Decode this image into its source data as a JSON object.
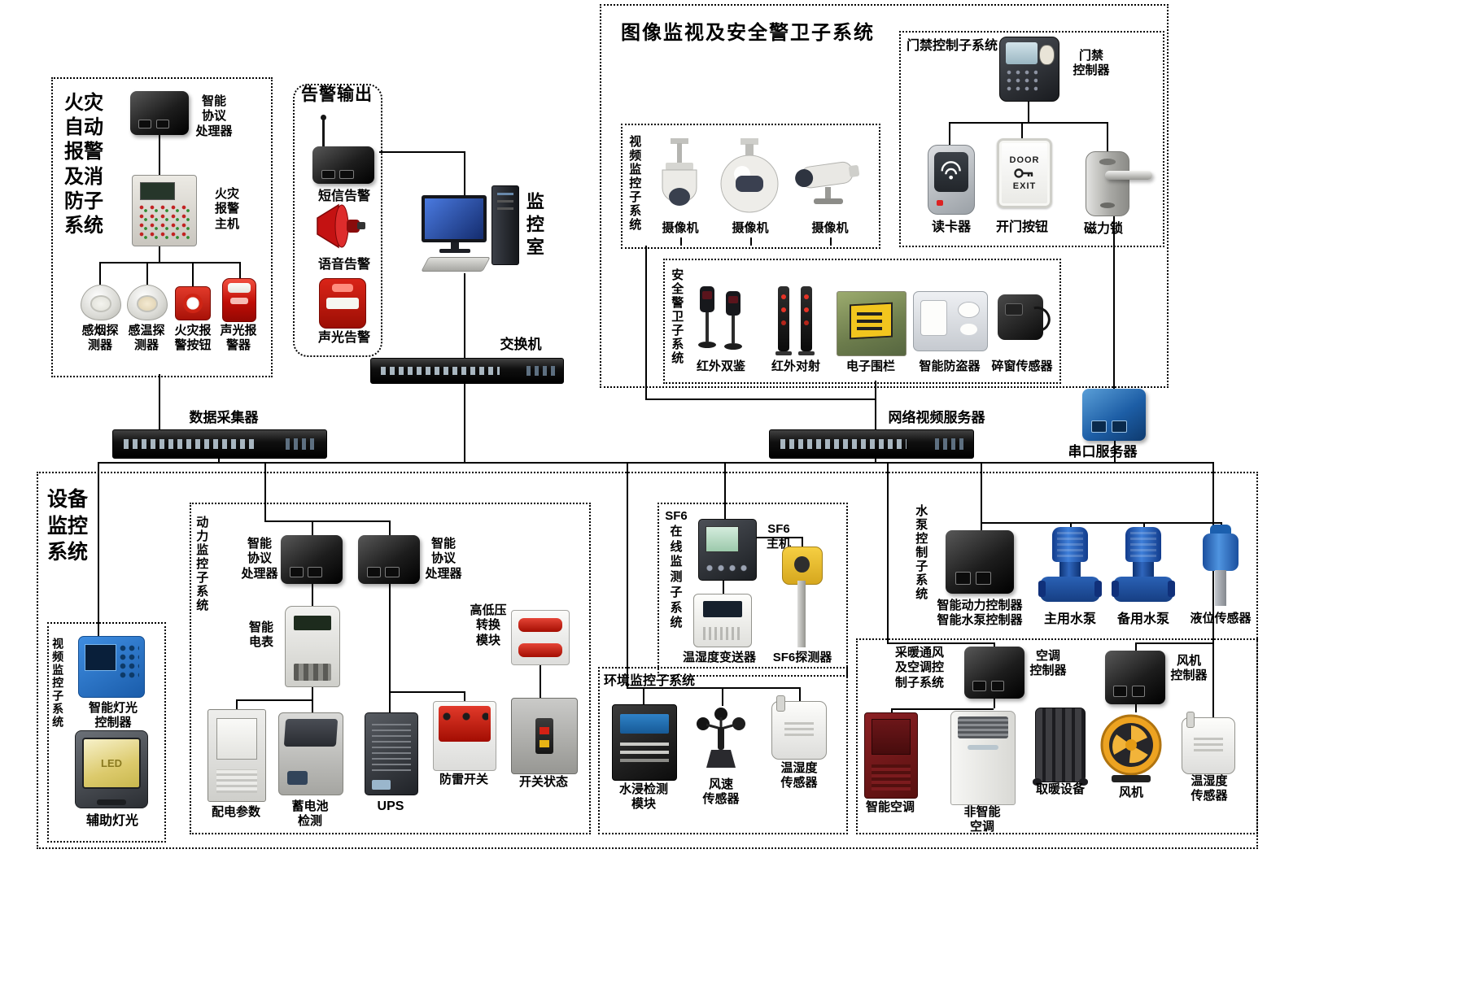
{
  "palette": {
    "line": "#000000",
    "alarm_red": "#c41212",
    "device_black": "#1a1a1a",
    "pump_blue": "#2a62b5",
    "fan_yellow": "#eda321",
    "controller_blue": "#2878c8"
  },
  "fire": {
    "title": "火灾\n自动\n报警\n及消\n防子\n系统",
    "processor": "智能\n协议\n处理器",
    "host": "火灾\n报警\n主机",
    "smoke": "感烟探\n测器",
    "temp": "感温探\n测器",
    "button": "火灾报\n警按钮",
    "sounder": "声光报\n警器"
  },
  "alarm": {
    "title": "告警输出",
    "sms": "短信告警",
    "voice": "语音告警",
    "soundlight": "声光告警"
  },
  "control": {
    "room": "监控室",
    "switch": "交换机",
    "collector": "数据采集器",
    "nvr": "网络视频服务器",
    "serial": "串口服务器"
  },
  "cctv": {
    "title": "图像监视及安全警卫子系统",
    "access": {
      "title": "门禁控制子系统",
      "controller": "门禁\n控制器",
      "reader": "读卡器",
      "button": "开门按钮",
      "button_door": "DOOR",
      "button_exit": "EXIT",
      "lock": "磁力锁"
    },
    "video": {
      "title": "视频监控子系统",
      "cam": "摄像机"
    },
    "guard": {
      "title": "安全警卫子系统",
      "ir_dual": "红外双鉴",
      "ir_beam": "红外对射",
      "fence": "电子围栏",
      "burglar": "智能防盗器",
      "window": "碎窗传感器"
    }
  },
  "equip": {
    "title": "设备\n监控\n系统",
    "light": {
      "title": "视频监控子系统",
      "controller": "智能灯光\n控制器",
      "aux": "辅助灯光",
      "led": "LED"
    },
    "power": {
      "title": "动力监控子系统",
      "proc": "智能\n协议\n处理器",
      "meter": "智能\n电表",
      "hv": "高低压\n转换\n模块",
      "dist": "配电参数",
      "battery": "蓄电池\n检测",
      "ups": "UPS",
      "surge": "防雷开关",
      "breaker": "开关状态"
    },
    "sf6": {
      "title": "SF6\n在\n线\n监\n测\n子\n系\n统",
      "host": "SF6\n主机",
      "transmitter": "温湿度变送器",
      "detector": "SF6探测器"
    },
    "env": {
      "title": "环境监控子系统",
      "water": "水浸检测\n模块",
      "wind": "风速\n传感器",
      "th": "温湿度\n传感器"
    },
    "pump": {
      "title": "水泵控制子系统",
      "controller": "智能动力控制器\n智能水泵控制器",
      "main": "主用水泵",
      "backup": "备用水泵",
      "level": "液位传感器"
    },
    "hvac": {
      "title": "采暖通风\n及空调控\n制子系统",
      "ac_ctrl": "空调\n控制器",
      "fan_ctrl": "风机\n控制器",
      "smart_ac": "智能空调",
      "plain_ac": "非智能\n空调",
      "heater": "取暖设备",
      "fan": "风机",
      "th": "温湿度\n传感器"
    }
  }
}
